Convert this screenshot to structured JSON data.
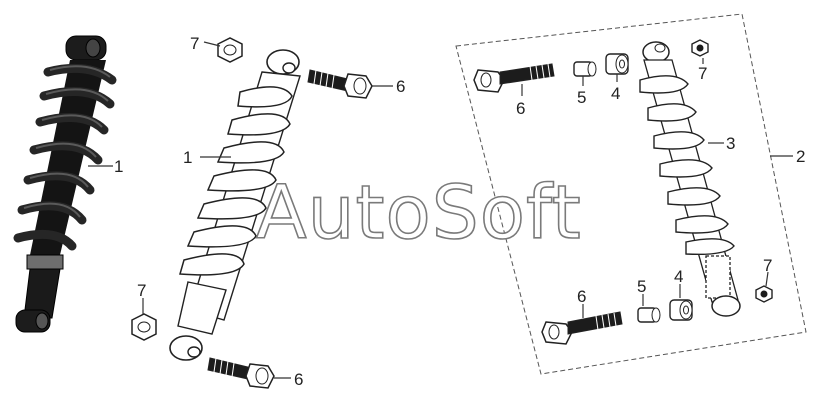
{
  "watermark": "AutoSoft",
  "colors": {
    "ink": "#222222",
    "part_fill": "#ffffff",
    "dark_part": "#1c1c1c",
    "frame": "#555555"
  },
  "callouts": {
    "c1a": "1",
    "c1b": "1",
    "c2": "2",
    "c3": "3",
    "c4a": "4",
    "c4b": "4",
    "c5a": "5",
    "c5b": "5",
    "c6a": "6",
    "c6b": "6",
    "c6c": "6",
    "c6d": "6",
    "c7a": "7",
    "c7b": "7",
    "c7c": "7",
    "c7d": "7"
  }
}
